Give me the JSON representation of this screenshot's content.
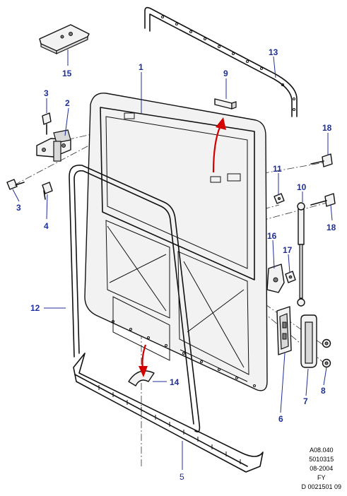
{
  "callouts": {
    "c1": "1",
    "c2": "2",
    "c3a": "3",
    "c3b": "3",
    "c4": "4",
    "c5": "5",
    "c6": "6",
    "c7": "7",
    "c8": "8",
    "c9": "9",
    "c10": "10",
    "c11": "11",
    "c12": "12",
    "c13": "13",
    "c14": "14",
    "c15": "15",
    "c16": "16",
    "c17": "17",
    "c18a": "18",
    "c18b": "18"
  },
  "reference": {
    "line1": "A08.040",
    "line2": "5010315",
    "line3": "08-2004",
    "line4": "FY",
    "line5": "D 0021501 09"
  },
  "colors": {
    "callout": "#1f2f9a",
    "arrow": "#d40000"
  }
}
